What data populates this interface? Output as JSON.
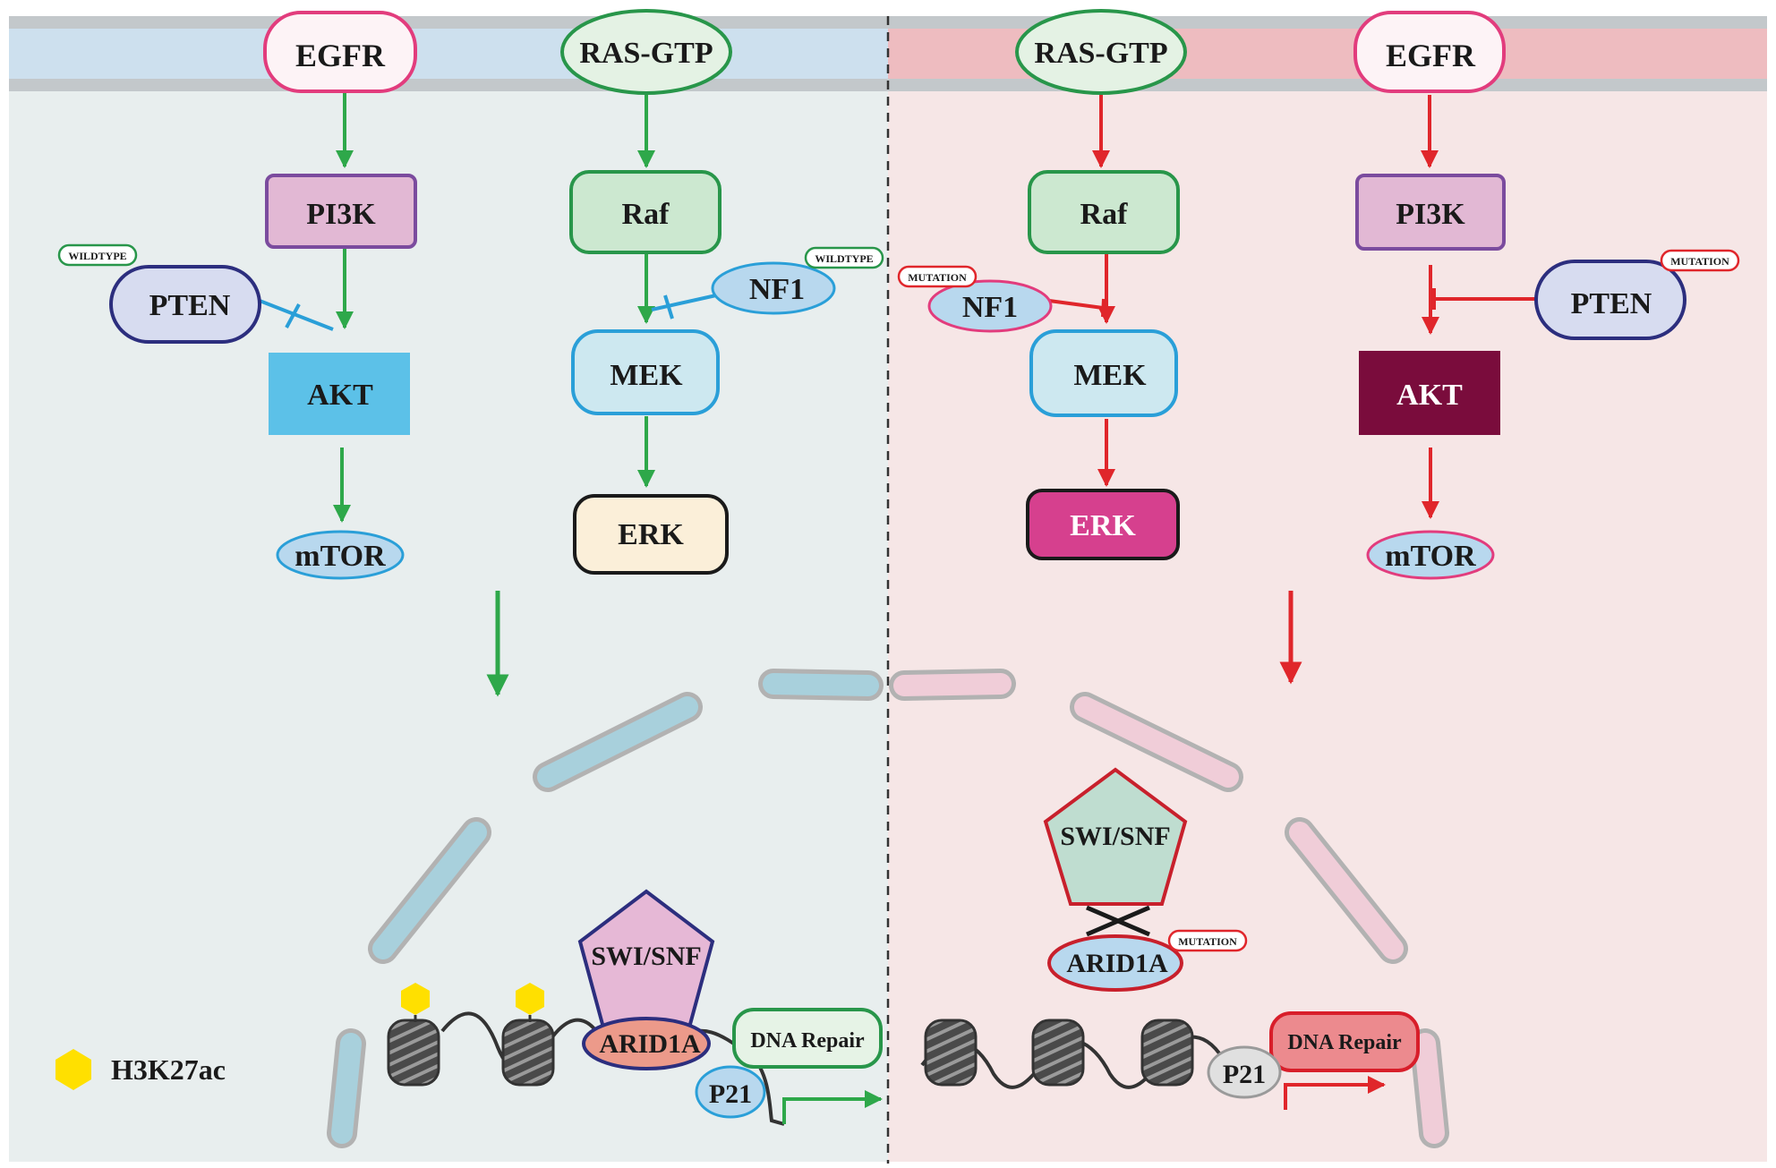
{
  "nodes": {
    "left_egfr": "EGFR",
    "left_ras": "RAS-GTP",
    "left_pi3k": "PI3K",
    "left_raf": "Raf",
    "left_pten": "PTEN",
    "left_nf1": "NF1",
    "left_akt": "AKT",
    "left_mek": "MEK",
    "left_mtor": "mTOR",
    "left_erk": "ERK",
    "right_ras": "RAS-GTP",
    "right_egfr": "EGFR",
    "right_raf": "Raf",
    "right_pi3k": "PI3K",
    "right_nf1": "NF1",
    "right_pten": "PTEN",
    "right_mek": "MEK",
    "right_akt": "AKT",
    "right_erk": "ERK",
    "right_mtor": "mTOR"
  },
  "tags": {
    "left_pten_status": "WILDTYPE",
    "left_nf1_status": "WILDTYPE",
    "right_nf1_status": "MUTATION",
    "right_pten_status": "MUTATION",
    "right_arid1a_status": "MUTATION"
  },
  "nucleus": {
    "left_swisnf": "SWI/SNF",
    "left_arid1a": "ARID1A",
    "left_dna_repair": "DNA Repair",
    "left_p21": "P21",
    "right_swisnf": "SWI/SNF",
    "right_arid1a": "ARID1A",
    "right_dna_repair": "DNA Repair",
    "right_p21": "P21"
  },
  "legend": {
    "h3k27ac": "H3K27ac"
  },
  "colors": {
    "left_arrow": "#2ea84a",
    "right_arrow": "#e0262b",
    "left_background": "#e8eeee",
    "right_background": "#f6e6e6",
    "akt_left": "#5cc1e8",
    "akt_right": "#7a0c3c",
    "erk_right": "#d6408e",
    "h3k27ac_marker": "#ffe000"
  }
}
